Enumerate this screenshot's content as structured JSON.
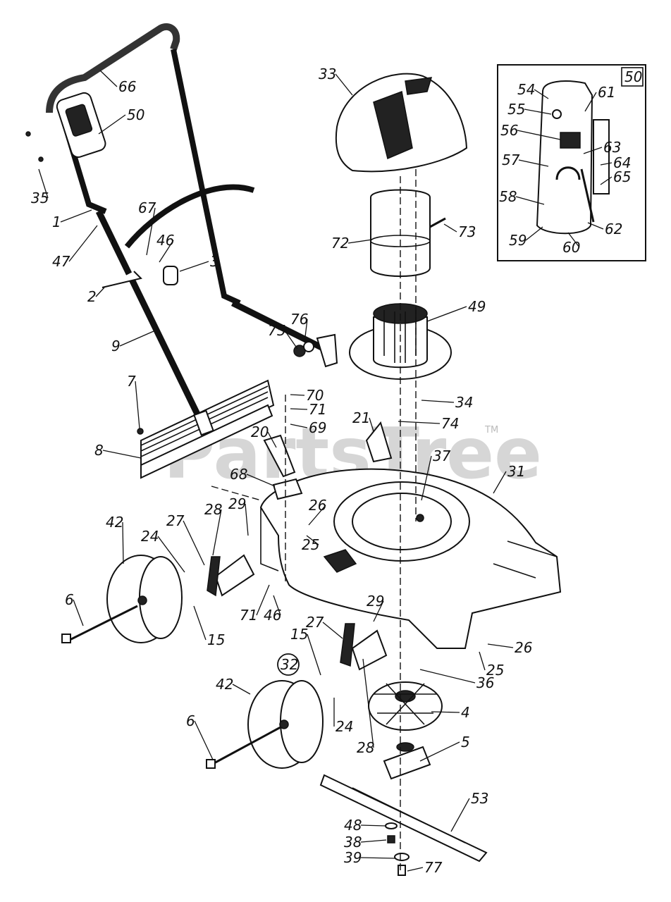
{
  "watermark": "PartsTree",
  "trademark": "TM",
  "inset": {
    "badge": "50"
  },
  "callouts": [
    {
      "id": "c66",
      "text": "66"
    },
    {
      "id": "c50",
      "text": "50"
    },
    {
      "id": "c35",
      "text": "35"
    },
    {
      "id": "c1",
      "text": "1"
    },
    {
      "id": "c47",
      "text": "47"
    },
    {
      "id": "c67",
      "text": "67"
    },
    {
      "id": "c46a",
      "text": "46"
    },
    {
      "id": "c3",
      "text": "3"
    },
    {
      "id": "c2",
      "text": "2"
    },
    {
      "id": "c9",
      "text": "9"
    },
    {
      "id": "c75",
      "text": "75"
    },
    {
      "id": "c76",
      "text": "76"
    },
    {
      "id": "c7",
      "text": "7"
    },
    {
      "id": "c70",
      "text": "70"
    },
    {
      "id": "c71a",
      "text": "71"
    },
    {
      "id": "c69",
      "text": "69"
    },
    {
      "id": "c8",
      "text": "8"
    },
    {
      "id": "c20",
      "text": "20"
    },
    {
      "id": "c21",
      "text": "21"
    },
    {
      "id": "c74",
      "text": "74"
    },
    {
      "id": "c68",
      "text": "68"
    },
    {
      "id": "c33",
      "text": "33"
    },
    {
      "id": "c72",
      "text": "72"
    },
    {
      "id": "c73",
      "text": "73"
    },
    {
      "id": "c49",
      "text": "49"
    },
    {
      "id": "c34",
      "text": "34"
    },
    {
      "id": "c37",
      "text": "37"
    },
    {
      "id": "c31",
      "text": "31"
    },
    {
      "id": "c42a",
      "text": "42"
    },
    {
      "id": "c24a",
      "text": "24"
    },
    {
      "id": "c27a",
      "text": "27"
    },
    {
      "id": "c28a",
      "text": "28"
    },
    {
      "id": "c29a",
      "text": "29"
    },
    {
      "id": "c26a",
      "text": "26"
    },
    {
      "id": "c25a",
      "text": "25"
    },
    {
      "id": "c71b",
      "text": "71"
    },
    {
      "id": "c46b",
      "text": "46"
    },
    {
      "id": "c6a",
      "text": "6"
    },
    {
      "id": "c15a",
      "text": "15"
    },
    {
      "id": "c32",
      "text": "32"
    },
    {
      "id": "c15b",
      "text": "15"
    },
    {
      "id": "c27b",
      "text": "27"
    },
    {
      "id": "c29b",
      "text": "29"
    },
    {
      "id": "c26b",
      "text": "26"
    },
    {
      "id": "c25b",
      "text": "25"
    },
    {
      "id": "c36",
      "text": "36"
    },
    {
      "id": "c42b",
      "text": "42"
    },
    {
      "id": "c24b",
      "text": "24"
    },
    {
      "id": "c28b",
      "text": "28"
    },
    {
      "id": "c4",
      "text": "4"
    },
    {
      "id": "c6b",
      "text": "6"
    },
    {
      "id": "c5",
      "text": "5"
    },
    {
      "id": "c53",
      "text": "53"
    },
    {
      "id": "c48",
      "text": "48"
    },
    {
      "id": "c38",
      "text": "38"
    },
    {
      "id": "c39",
      "text": "39"
    },
    {
      "id": "c77",
      "text": "77"
    },
    {
      "id": "c54",
      "text": "54"
    },
    {
      "id": "c55",
      "text": "55"
    },
    {
      "id": "c56",
      "text": "56"
    },
    {
      "id": "c57",
      "text": "57"
    },
    {
      "id": "c58",
      "text": "58"
    },
    {
      "id": "c59",
      "text": "59"
    },
    {
      "id": "c60",
      "text": "60"
    },
    {
      "id": "c61",
      "text": "61"
    },
    {
      "id": "c62",
      "text": "62"
    },
    {
      "id": "c63",
      "text": "63"
    },
    {
      "id": "c64",
      "text": "64"
    },
    {
      "id": "c65",
      "text": "65"
    }
  ]
}
